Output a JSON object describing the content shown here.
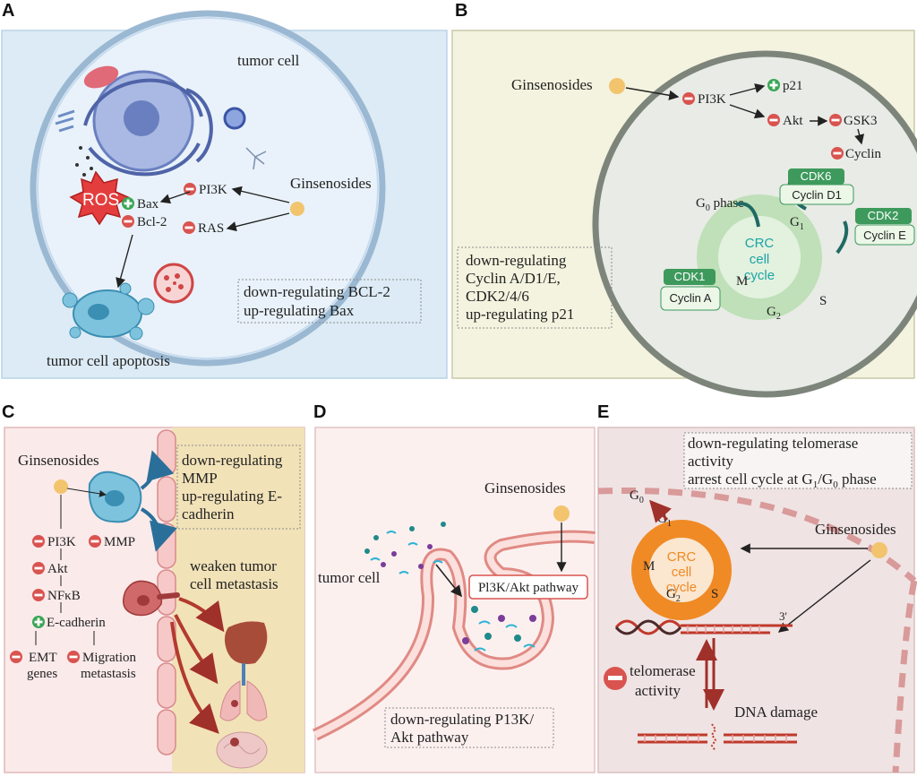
{
  "panels": {
    "a": {
      "letter": "A",
      "tumor_cell": "tumor cell",
      "ginsenosides": "Ginsenosides",
      "ros": "ROS",
      "pi3k": "PI3K",
      "bax": "Bax",
      "bcl2": "Bcl-2",
      "ras": "RAS",
      "apoptosis": "tumor cell apoptosis",
      "summary": [
        "down-regulating BCL-2",
        "up-regulating Bax"
      ]
    },
    "b": {
      "letter": "B",
      "ginsenosides": "Ginsenosides",
      "pi3k": "PI3K",
      "p21": "p21",
      "akt": "Akt",
      "gsk3": "GSK3",
      "cyclin": "Cyclin",
      "cdk6": "CDK6",
      "cyclin_d1": "Cyclin D1",
      "cdk2": "CDK2",
      "cyclin_e": "Cyclin E",
      "cdk1": "CDK1",
      "cyclin_a": "Cyclin A",
      "g0_phase": "G",
      "g0_sub": "0",
      "g0_phase_suffix": " phase",
      "g1": "G",
      "g1_sub": "1",
      "g2": "G",
      "g2_sub": "2",
      "m": "M",
      "s": "S",
      "crc": [
        "CRC",
        "cell",
        "cycle"
      ],
      "summary": [
        "down-regulating",
        "Cyclin A/D1/E,",
        "CDK2/4/6",
        "up-regulating p21"
      ]
    },
    "c": {
      "letter": "C",
      "ginsenosides": "Ginsenosides",
      "pi3k": "PI3K",
      "mmp": "MMP",
      "akt": "Akt",
      "nfkb": "NFκB",
      "ecadherin": "E-cadherin",
      "emt": [
        "EMT",
        "genes"
      ],
      "migration": [
        "Migration",
        "metastasis"
      ],
      "summary": [
        "down-regulating",
        "MMP",
        "up-regulating E-",
        "cadherin"
      ],
      "weaken": [
        "weaken tumor",
        "cell metastasis"
      ]
    },
    "d": {
      "letter": "D",
      "ginsenosides": "Ginsenosides",
      "tumor_cell": "tumor cell",
      "pathway": "Pl3K/Akt  pathway",
      "summary": [
        "down-regulating P13K/",
        "Akt pathway"
      ]
    },
    "e": {
      "letter": "E",
      "summary": [
        "down-regulating telomerase",
        "activity",
        "arrest cell cycle at G",
        "1",
        "/G",
        "0",
        " phase"
      ],
      "ginsenosides": "Ginsenosides",
      "g0": "G",
      "g0_sub": "0",
      "g1": "G",
      "g1_sub": "1",
      "g2": "G",
      "g2_sub": "2",
      "m": "M",
      "s": "S",
      "crc": [
        "CRC",
        "cell",
        "cycle"
      ],
      "three_prime": "3'",
      "telomerase": [
        "telomerase",
        "activity"
      ],
      "dna_damage": "DNA damage"
    }
  },
  "colors": {
    "inhibit": "#d9534f",
    "activate": "#3aa655",
    "ginsenoside": "#f2c46d",
    "panel_a_bg": "#dcebf5",
    "panel_b_bg": "#f3f3df",
    "panel_c_bg": "#fbeaea",
    "panel_c_right": "#f2e2b8",
    "cdk_green": "#3e9a5c",
    "crc_orange": "#f08a24"
  }
}
